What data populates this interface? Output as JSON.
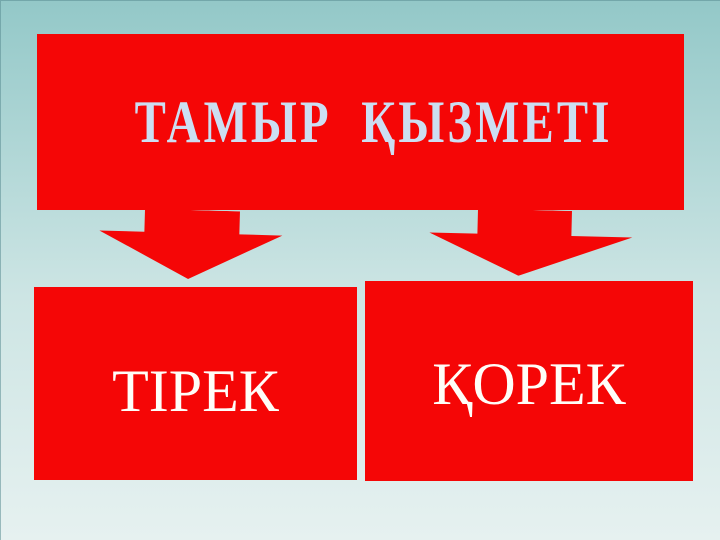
{
  "slide": {
    "title": "ТАМЫР  ҚЫЗМЕТІ",
    "boxes": [
      {
        "label": "ТІРЕК"
      },
      {
        "label": "ҚОРЕК"
      }
    ],
    "arrows": [
      {
        "icon": "down-arrow-icon"
      },
      {
        "icon": "down-arrow-icon"
      }
    ],
    "colors": {
      "shape_red": "#f50606",
      "title_text": "#ccdef2",
      "item_text": "#fffdf8",
      "bg_top": "#93c8c8",
      "bg_mid": "#cde5e4",
      "bg_bottom": "#e6f1f0"
    }
  }
}
